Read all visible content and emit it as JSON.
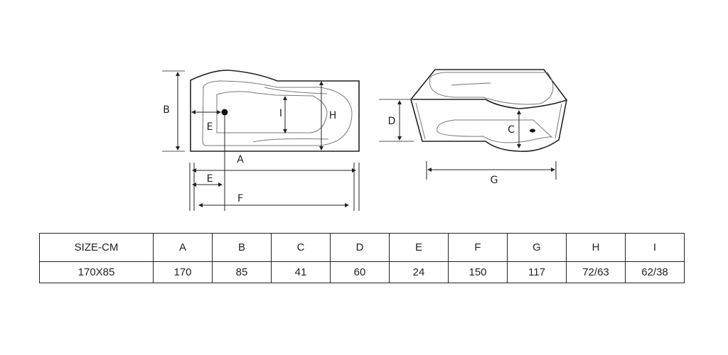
{
  "top_view": {
    "labels": {
      "B": "B",
      "E1": "E",
      "I": "I",
      "H": "H",
      "A": "A",
      "E2": "E",
      "F": "F"
    }
  },
  "iso_view": {
    "labels": {
      "D": "D",
      "C": "C",
      "G": "G"
    }
  },
  "table": {
    "headers": [
      "SIZE-CM",
      "A",
      "B",
      "C",
      "D",
      "E",
      "F",
      "G",
      "H",
      "I"
    ],
    "rows": [
      [
        "170X85",
        "170",
        "85",
        "41",
        "60",
        "24",
        "150",
        "117",
        "72/63",
        "62/38"
      ]
    ]
  }
}
